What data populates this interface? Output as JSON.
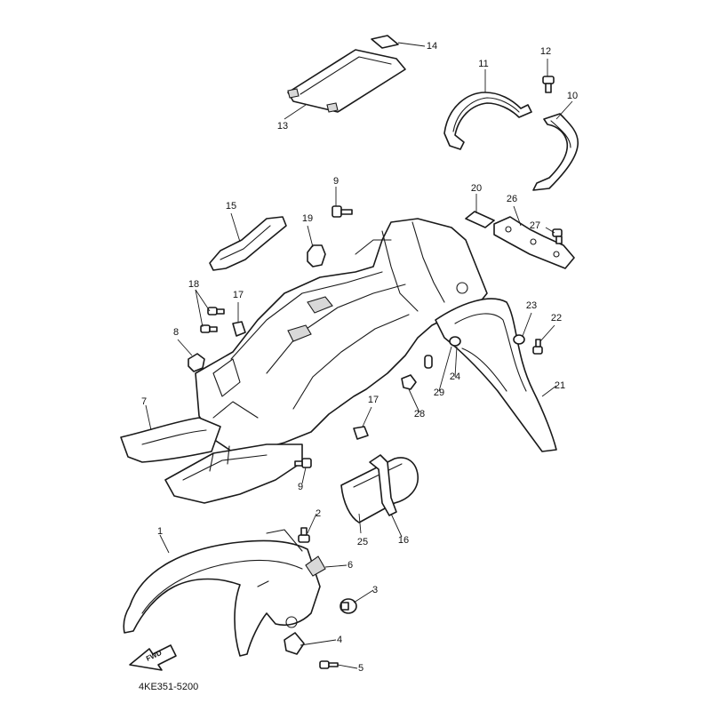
{
  "diagram_code": "4KE351-5200",
  "forward_marker": "FWD",
  "callouts": [
    "1",
    "2",
    "3",
    "4",
    "5",
    "6",
    "7",
    "8",
    "9",
    "9",
    "10",
    "11",
    "12",
    "13",
    "14",
    "15",
    "16",
    "17",
    "17",
    "18",
    "19",
    "20",
    "21",
    "22",
    "23",
    "24",
    "25",
    "26",
    "27",
    "28",
    "29"
  ]
}
